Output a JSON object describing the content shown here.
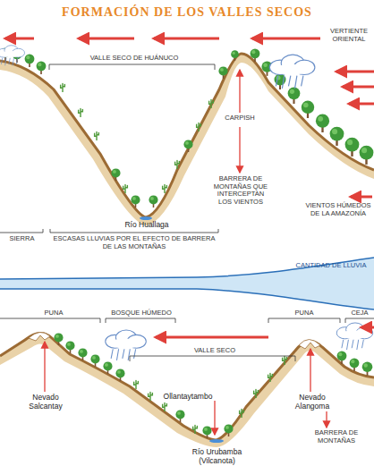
{
  "diagram": {
    "title": "FORMACIÓN DE LOS VALLES SECOS",
    "labels": [
      "VERTIENTE ORIENTAL",
      "VALLE SECO DE HUÁNUCO",
      "CARPISH",
      "Río Huallaga",
      "BARRERA DE MONTAÑAS QUE INTERCEPTAN LOS VIENTOS",
      "SIERRA",
      "ESCASAS LLUVIAS POR EL EFECTO DE BARRERA DE LAS MONTAÑAS",
      "VIENTOS HÚMEDOS DE LA AMAZONÍA",
      "CANTIDAD DE LLUVIA",
      "PUNA",
      "BOSQUE HÚMEDO",
      "PUNA",
      "CEJA",
      "VALLE SECO",
      "Nevado Salcantay",
      "Ollantaytambo",
      "Nevado Alangoma",
      "BARRERA DE MONTAÑAS",
      "Río Urubamba (Vilcanota)"
    ]
  }
}
